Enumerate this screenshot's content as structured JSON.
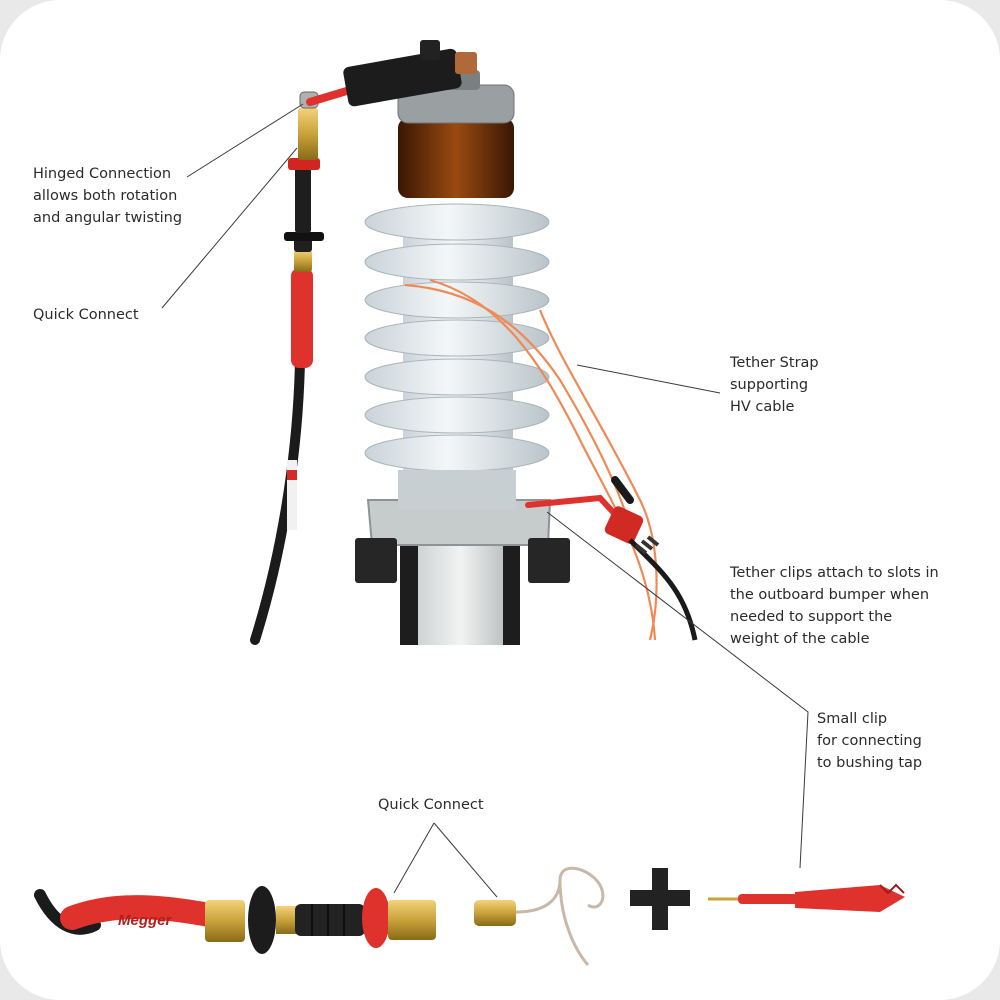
{
  "labels": {
    "hinged_line1": "Hinged Connection",
    "hinged_line2": "allows both rotation",
    "hinged_line3": "and angular twisting",
    "quick_connect_top": "Quick Connect",
    "tether_strap_line1": "Tether Strap",
    "tether_strap_line2": "supporting",
    "tether_strap_line3": "HV cable",
    "tether_clips_line1": "Tether clips attach to slots in",
    "tether_clips_line2": "the outboard bumper when",
    "tether_clips_line3": "needed to support the",
    "tether_clips_line4": "weight of the cable",
    "small_clip_line1": "Small clip",
    "small_clip_line2": "for connecting",
    "small_clip_line3": "to bushing tap",
    "quick_connect_bottom": "Quick Connect"
  },
  "cable_branding": "Megger",
  "colors": {
    "background": "#ffffff",
    "text": "#2b2b2b",
    "leader_line": "#3a3a3a",
    "cable_red": "#e0322c",
    "cable_black": "#1b1b1b",
    "brass": "#c9a23a",
    "insulator": "#dfe6ea",
    "tether_orange": "#f08a55"
  },
  "symbols": {
    "plus": "plus-icon"
  }
}
